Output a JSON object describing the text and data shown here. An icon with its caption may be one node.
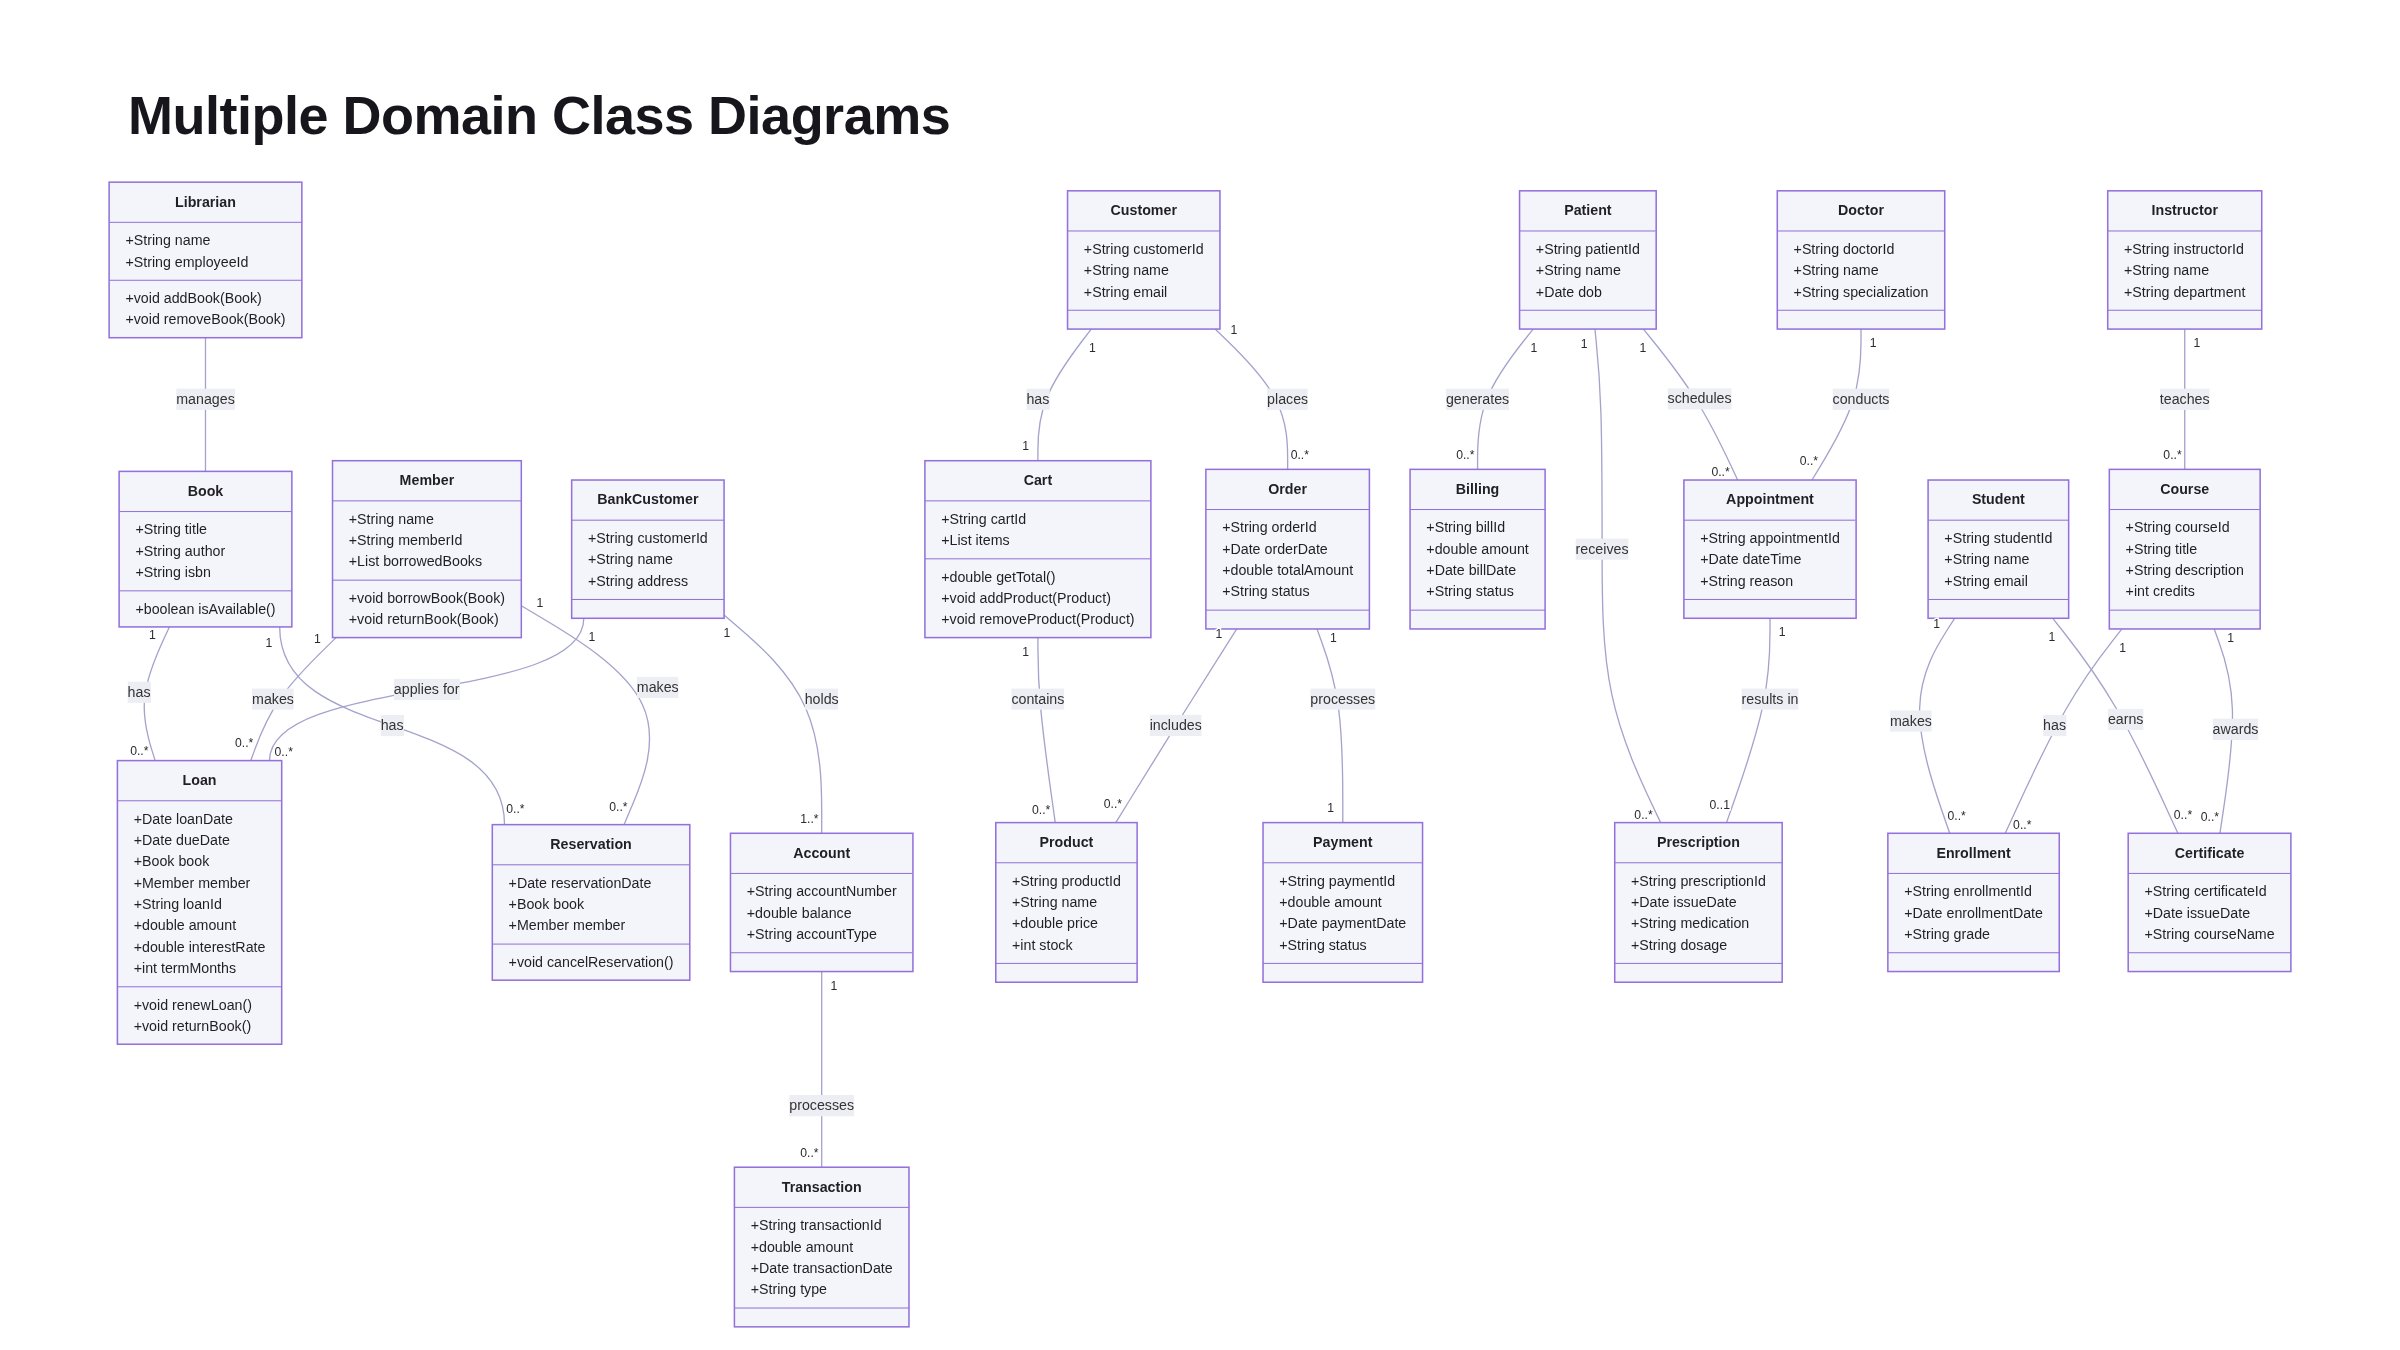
{
  "diagram": {
    "title": "Multiple Domain Class Diagrams",
    "nodes": [
      {
        "text": [
          "Librarian",
          "+String name",
          "+String employeeId",
          "+void addBook(Book)",
          "+void removeBook(Book)"
        ]
      },
      {
        "text": [
          "Customer",
          "+String customerId",
          "+String name",
          "+String email"
        ]
      },
      {
        "text": [
          "Patient",
          "+String patientId",
          "+String name",
          "+Date dob"
        ]
      },
      {
        "text": [
          "Doctor",
          "+String doctorId",
          "+String name",
          "+String specialization"
        ]
      },
      {
        "text": [
          "Instructor",
          "+String instructorId",
          "+String name",
          "+String department"
        ]
      },
      {
        "text": [
          "Book",
          "+String title",
          "+String author",
          "+String isbn",
          "+boolean isAvailable()"
        ]
      },
      {
        "text": [
          "Member",
          "+String name",
          "+String memberId",
          "+List borrowedBooks",
          "+void borrowBook(Book)",
          "+void returnBook(Book)"
        ]
      },
      {
        "text": [
          "Cart",
          "+String cartId",
          "+List items",
          "+double getTotal()",
          "+void addProduct(Product)",
          "+void removeProduct(Product)"
        ]
      },
      {
        "text": [
          "BankCustomer",
          "+String customerId",
          "+String name",
          "+String address"
        ]
      },
      {
        "text": [
          "Order",
          "+String orderId",
          "+Date orderDate",
          "+double totalAmount",
          "+String status"
        ]
      },
      {
        "text": [
          "Billing",
          "+String billId",
          "+double amount",
          "+Date billDate",
          "+String status"
        ]
      },
      {
        "text": [
          "Appointment",
          "+String appointmentId",
          "+Date dateTime",
          "+String reason"
        ]
      },
      {
        "text": [
          "Student",
          "+String studentId",
          "+String name",
          "+String email"
        ]
      },
      {
        "text": [
          "Course",
          "+String courseId",
          "+String title",
          "+String description",
          "+int credits"
        ]
      },
      {
        "text": [
          "Loan",
          "+Date loanDate",
          "+Date dueDate",
          "+Book book",
          "+Member member",
          "+String loanId",
          "+double amount",
          "+double interestRate",
          "+int termMonths",
          "+void renewLoan()",
          "+void returnBook()"
        ]
      },
      {
        "text": [
          "Reservation",
          "+Date reservationDate",
          "+Book book",
          "+Member member",
          "+void cancelReservation()"
        ]
      },
      {
        "text": [
          "Product",
          "+String productId",
          "+String name",
          "+double price",
          "+int stock"
        ]
      },
      {
        "text": [
          "Payment",
          "+String paymentId",
          "+double amount",
          "+Date paymentDate",
          "+String status"
        ]
      },
      {
        "text": [
          "Prescription",
          "+String prescriptionId",
          "+Date issueDate",
          "+String medication",
          "+String dosage"
        ]
      },
      {
        "text": [
          "Account",
          "+String accountNumber",
          "+double balance",
          "+String accountType"
        ]
      },
      {
        "text": [
          "Enrollment",
          "+String enrollmentId",
          "+Date enrollmentDate",
          "+String grade"
        ]
      },
      {
        "text": [
          "Certificate",
          "+String certificateId",
          "+Date issueDate",
          "+String courseName"
        ]
      },
      {
        "text": [
          "Transaction",
          "+String transactionId",
          "+double amount",
          "+Date transactionDate",
          "+String type"
        ]
      }
    ],
    "edges": [
      {
        "from": 0,
        "to": 5,
        "arrow": "none",
        "label": "manages"
      },
      {
        "from": 1,
        "to": 7,
        "arrow": "none",
        "label": "has"
      },
      {
        "from": 1,
        "to": 9,
        "arrow": "none",
        "label": "places"
      },
      {
        "from": 2,
        "to": 10,
        "arrow": "none",
        "label": "generates"
      },
      {
        "from": 2,
        "to": 11,
        "arrow": "none",
        "label": "schedules"
      },
      {
        "from": 3,
        "to": 11,
        "arrow": "none",
        "label": "conducts"
      },
      {
        "from": 2,
        "to": 18,
        "arrow": "none",
        "label": "receives"
      },
      {
        "from": 4,
        "to": 13,
        "arrow": "none",
        "label": "teaches"
      },
      {
        "from": 5,
        "to": 14,
        "arrow": "none",
        "label": "has"
      },
      {
        "from": 6,
        "to": 14,
        "arrow": "none",
        "label": "makes"
      },
      {
        "from": 8,
        "to": 14,
        "arrow": "none",
        "label": "applies for"
      },
      {
        "from": 5,
        "to": 15,
        "arrow": "none",
        "label": "has"
      },
      {
        "from": 6,
        "to": 15,
        "arrow": "none",
        "label": "makes"
      },
      {
        "from": 7,
        "to": 16,
        "arrow": "none",
        "label": "contains"
      },
      {
        "from": 9,
        "to": 16,
        "arrow": "none",
        "label": "includes"
      },
      {
        "from": 9,
        "to": 17,
        "arrow": "none",
        "label": "processes"
      },
      {
        "from": 11,
        "to": 18,
        "arrow": "none",
        "label": "results in"
      },
      {
        "from": 8,
        "to": 19,
        "arrow": "none",
        "label": "holds"
      },
      {
        "from": 12,
        "to": 20,
        "arrow": "none",
        "label": "makes"
      },
      {
        "from": 13,
        "to": 20,
        "arrow": "none",
        "label": "has"
      },
      {
        "from": 12,
        "to": 21,
        "arrow": "none",
        "label": "earns"
      },
      {
        "from": 13,
        "to": 21,
        "arrow": "none",
        "label": "awards"
      },
      {
        "from": 19,
        "to": 22,
        "arrow": "none",
        "label": "processes"
      }
    ],
    "labels": [
      "1",
      "1",
      "1",
      "0..*",
      "1",
      "0..*",
      "1",
      "0..*",
      "1",
      "0..*",
      "1",
      "0..*",
      "1",
      "0..*",
      "1",
      "0..*",
      "1",
      "0..*",
      "1",
      "0..*",
      "1",
      "0..*",
      "1",
      "0..*",
      "1",
      "0..*",
      "1",
      "0..*",
      "1",
      "1",
      "1",
      "0..1",
      "1",
      "1..*",
      "1",
      "0..*",
      "1",
      "0..*",
      "1",
      "0..*",
      "1",
      "0..*",
      "1",
      "0..*"
    ]
  }
}
